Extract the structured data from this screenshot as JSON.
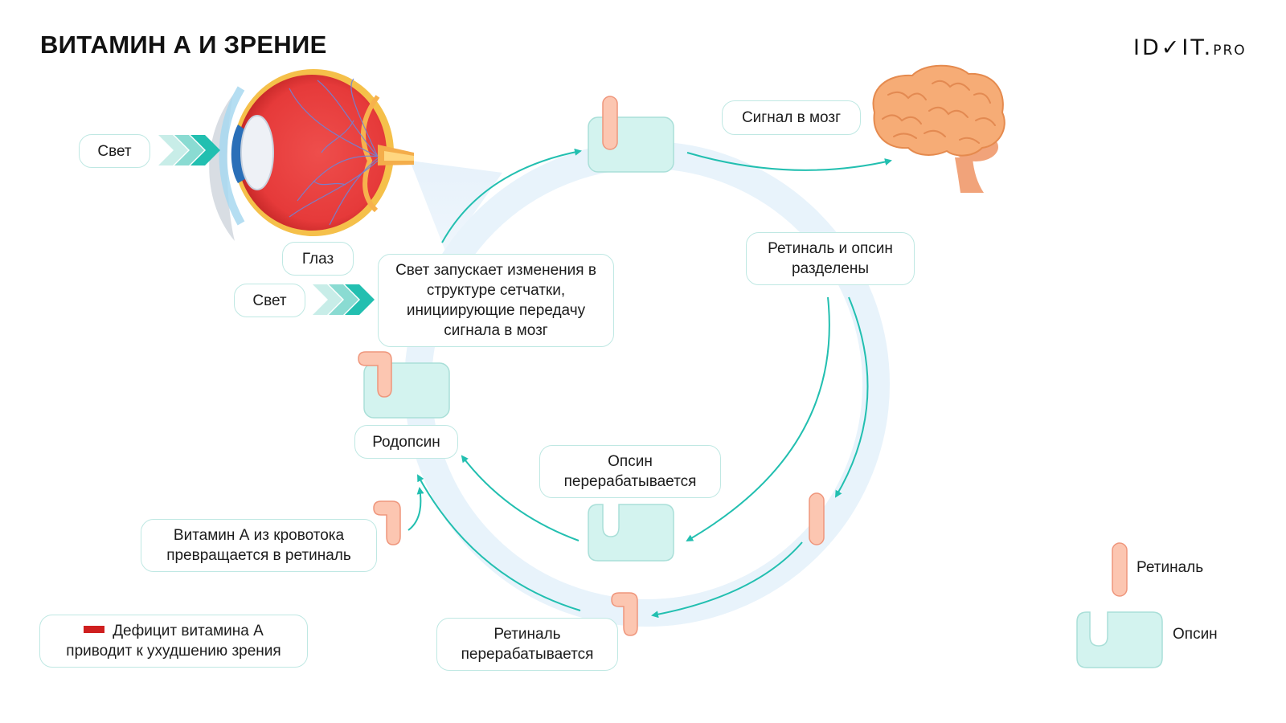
{
  "title": "ВИТАМИН А И ЗРЕНИЕ",
  "logo": {
    "main": "ID✓IT.",
    "suffix": "PRO"
  },
  "colors": {
    "teal": "#22bfb0",
    "opsin_fill": "#d3f3ef",
    "opsin_stroke": "#a9dfd8",
    "retinal_fill": "#fcc6b1",
    "retinal_stroke": "#ef967c",
    "ring": "#e8f3fb",
    "deficit": "#cf1f1f"
  },
  "labels": {
    "light_top": "Свет",
    "eye": "Глаз",
    "light_mid": "Свет",
    "signal_brain": "Сигнал в мозг",
    "light_triggers": "Свет запускает изменения в структуре сетчатки, инициирующие передачу сигнала в мозг",
    "separated": "Ретиналь и опсин разделены",
    "rhodopsin": "Родопсин",
    "opsin_processed": "Опсин перерабатывается",
    "vitamin_a": "Витамин А из кровотока превращается в ретиналь",
    "retinal_processed": "Ретиналь перерабатывается",
    "deficit": "Дефицит витамина А приводит к ухудшению зрения"
  },
  "legend": {
    "retinal": "Ретиналь",
    "opsin": "Опсин"
  },
  "icons": [
    "eye-illustration",
    "brain-illustration",
    "chevron-arrows-icon",
    "retinal-icon",
    "opsin-icon",
    "cycle-arrow-icon"
  ]
}
